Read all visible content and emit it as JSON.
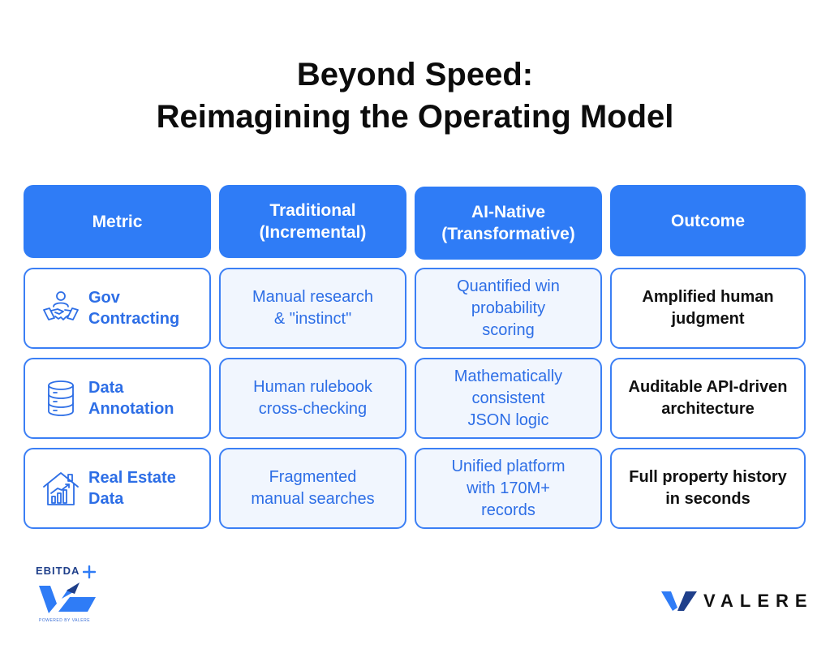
{
  "title": {
    "line1": "Beyond Speed:",
    "line2": "Reimagining the Operating Model"
  },
  "headers": {
    "metric": "Metric",
    "traditional_l1": "Traditional",
    "traditional_l2": "(Incremental)",
    "ai_l1": "AI-Native",
    "ai_l2": "(Transformative)",
    "outcome": "Outcome"
  },
  "rows": [
    {
      "icon": "handshake-person-icon",
      "metric_l1": "Gov",
      "metric_l2": "Contracting",
      "traditional_l1": "Manual research",
      "traditional_l2": "& \"instinct\"",
      "ai_l1": "Quantified win",
      "ai_l2": "probability",
      "ai_l3": "scoring",
      "outcome_l1": "Amplified human",
      "outcome_l2": "judgment"
    },
    {
      "icon": "database-icon",
      "metric_l1": "Data",
      "metric_l2": "Annotation",
      "traditional_l1": "Human rulebook",
      "traditional_l2": "cross-checking",
      "ai_l1": "Mathematically",
      "ai_l2": "consistent",
      "ai_l3": "JSON logic",
      "outcome_l1": "Auditable API-driven",
      "outcome_l2": "architecture"
    },
    {
      "icon": "house-chart-icon",
      "metric_l1": "Real Estate",
      "metric_l2": "Data",
      "traditional_l1": "Fragmented",
      "traditional_l2": "manual searches",
      "ai_l1": "Unified platform",
      "ai_l2": "with 170M+",
      "ai_l3": "records",
      "outcome_l1": "Full property history",
      "outcome_l2": "in seconds"
    }
  ],
  "logos": {
    "left_brand": "EBITDA",
    "left_powered": "POWERED BY VALERE",
    "right_brand": "VALERE"
  },
  "colors": {
    "accent": "#2f7cf6",
    "text_blue": "#2d6ee6",
    "cell_tint": "#f1f6fe",
    "dark": "#0c0c0c"
  }
}
